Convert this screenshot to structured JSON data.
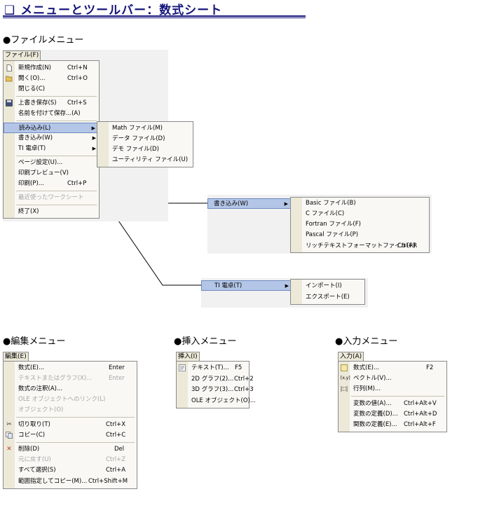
{
  "page": {
    "title": "❑ メニューとツールバー：数式シート"
  },
  "file_section": {
    "heading": "●ファイルメニュー",
    "menubar_label": "ファイル(F)",
    "items": [
      {
        "label": "新規作成(N)",
        "shortcut": "Ctrl+N"
      },
      {
        "label": "開く(O)...",
        "shortcut": "Ctrl+O"
      },
      {
        "label": "閉じる(C)",
        "shortcut": ""
      },
      {
        "label": "上書き保存(S)",
        "shortcut": "Ctrl+S"
      },
      {
        "label": "名前を付けて保存...(A)",
        "shortcut": ""
      },
      {
        "label": "読み込み(L)",
        "shortcut": ""
      },
      {
        "label": "書き込み(W)",
        "shortcut": ""
      },
      {
        "label": "TI 電卓(T)",
        "shortcut": ""
      },
      {
        "label": "ページ設定(U)...",
        "shortcut": ""
      },
      {
        "label": "印刷プレビュー(V)",
        "shortcut": ""
      },
      {
        "label": "印刷(P)...",
        "shortcut": "Ctrl+P"
      },
      {
        "label": "最近使ったワークシート",
        "shortcut": ""
      },
      {
        "label": "終了(X)",
        "shortcut": ""
      }
    ],
    "load_submenu": [
      "Math ファイル(M)",
      "データ ファイル(D)",
      "デモ ファイル(D)",
      "ユーティリティ ファイル(U)"
    ],
    "write_chip": "書き込み(W)",
    "write_submenu": [
      {
        "label": "Basic ファイル(B)",
        "shortcut": ""
      },
      {
        "label": "C ファイル(C)",
        "shortcut": ""
      },
      {
        "label": "Fortran ファイル(F)",
        "shortcut": ""
      },
      {
        "label": "Pascal ファイル(P)",
        "shortcut": ""
      },
      {
        "label": "リッチテキストフォーマットファイル(R)",
        "shortcut": "Ctrl+R"
      }
    ],
    "ti_chip": "TI 電卓(T)",
    "ti_submenu": [
      "インポート(I)",
      "エクスポート(E)"
    ]
  },
  "edit_section": {
    "heading": "●編集メニュー",
    "menubar_label": "編集(E)",
    "items": [
      {
        "label": "数式(E)...",
        "shortcut": "Enter"
      },
      {
        "label": "テキストまたはグラフ(X)...",
        "shortcut": "Enter"
      },
      {
        "label": "数式の注釈(A)...",
        "shortcut": ""
      },
      {
        "label": "OLE オブジェクトへのリンク(L)",
        "shortcut": ""
      },
      {
        "label": "オブジェクト(O)",
        "shortcut": ""
      },
      {
        "label": "切り取り(T)",
        "shortcut": "Ctrl+X"
      },
      {
        "label": "コピー(C)",
        "shortcut": "Ctrl+C"
      },
      {
        "label": "削除(D)",
        "shortcut": "Del"
      },
      {
        "label": "元に戻す(U)",
        "shortcut": "Ctrl+Z"
      },
      {
        "label": "すべて選択(S)",
        "shortcut": "Ctrl+A"
      },
      {
        "label": "範囲指定してコピー(M)...",
        "shortcut": "Ctrl+Shift+M"
      }
    ]
  },
  "insert_section": {
    "heading": "●挿入メニュー",
    "menubar_label": "挿入(I)",
    "items": [
      {
        "label": "テキスト(T)...",
        "shortcut": "F5"
      },
      {
        "label": "2D グラフ(2)...",
        "shortcut": "Ctrl+2"
      },
      {
        "label": "3D グラフ(3)...",
        "shortcut": "Ctrl+3"
      },
      {
        "label": "OLE オブジェクト(O)...",
        "shortcut": ""
      }
    ]
  },
  "input_section": {
    "heading": "●入力メニュー",
    "menubar_label": "入力(A)",
    "items": [
      {
        "label": "数式(E)...",
        "shortcut": "F2"
      },
      {
        "label": "ベクトル(V)...",
        "shortcut": ""
      },
      {
        "label": "行列(M)...",
        "shortcut": ""
      },
      {
        "label": "変数の値(A)...",
        "shortcut": "Ctrl+Alt+V"
      },
      {
        "label": "変数の定義(D)...",
        "shortcut": "Ctrl+Alt+D"
      },
      {
        "label": "関数の定義(E)...",
        "shortcut": "Ctrl+Alt+F"
      }
    ]
  }
}
